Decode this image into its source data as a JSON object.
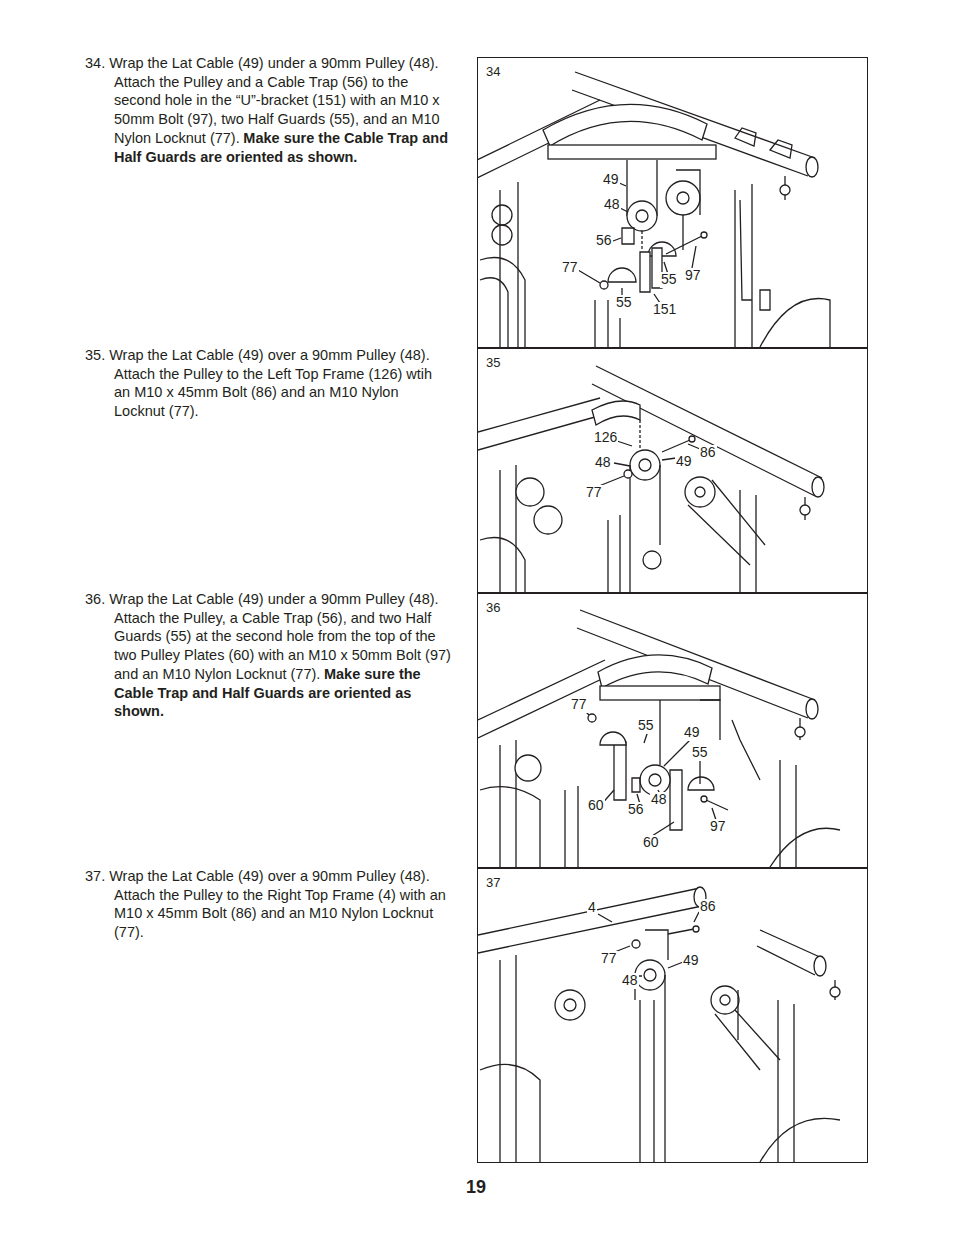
{
  "diagram": {
    "nodes": [
      {
        "text": [
          "34"
        ]
      },
      {
        "text": [
          "35"
        ]
      },
      {
        "text": [
          "36"
        ]
      },
      {
        "text": [
          "37"
        ]
      }
    ],
    "labels": [
      "34. Wrap the Lat Cable (49) under a 90mm Pulley (48). Attach the Pulley and a Cable Trap (56) to the second hole in the “U”-bracket (151) with an M10 x 50mm Bolt (97), two Half Guards (55), and an M10 Nylon Locknut (77).",
      "Make sure the Cable Trap and Half Guards are oriented as shown.",
      "49",
      "48",
      "56",
      "77",
      "55",
      "97",
      "55",
      "151",
      "35. Wrap the Lat Cable (49) over a 90mm Pulley (48). Attach the Pulley to the Left Top Frame (126) wtih an M10 x 45mm Bolt (86) and an M10 Nylon Locknut (77).",
      "126",
      "48",
      "49",
      "86",
      "77",
      "36. Wrap the Lat Cable (49) under a 90mm Pulley (48). Attach the Pulley, a Cable Trap (56), and two Half Guards (55) at the second hole from the top of the two Pulley Plates (60) with an M10 x 50mm Bolt (97) and an M10 Nylon Locknut (77).",
      "Make sure the Cable Trap and Half Guards are oriented as shown.",
      "77",
      "55",
      "49",
      "55",
      "48",
      "60",
      "56",
      "97",
      "60",
      "37. Wrap the Lat Cable (49) over a 90mm Pulley (48). Attach the Pulley to the Right Top Frame (4) with an M10 x 45mm Bolt (86) and an M10 Nylon Locknut (77).",
      "4",
      "86",
      "77",
      "49",
      "48",
      "19"
    ]
  }
}
